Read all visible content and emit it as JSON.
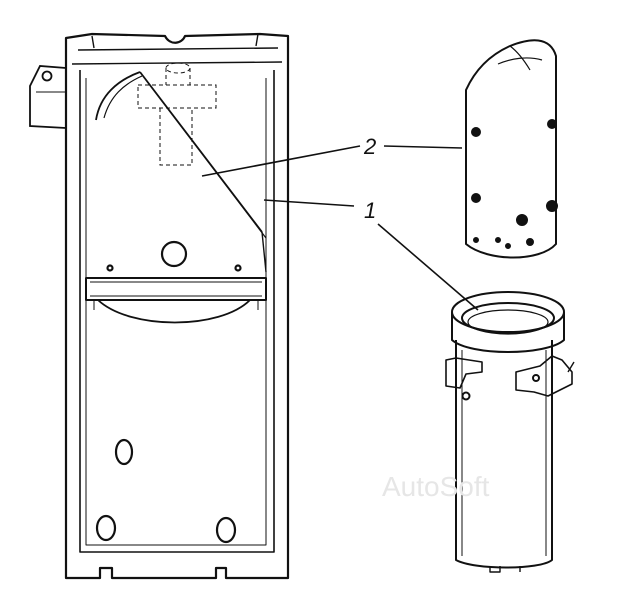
{
  "callouts": [
    {
      "id": "1",
      "text": "1"
    },
    {
      "id": "2",
      "text": "2"
    }
  ],
  "watermark": "AutoSoft",
  "colors": {
    "line": "#111111",
    "background": "#ffffff",
    "watermark": "#e6e6e6"
  }
}
